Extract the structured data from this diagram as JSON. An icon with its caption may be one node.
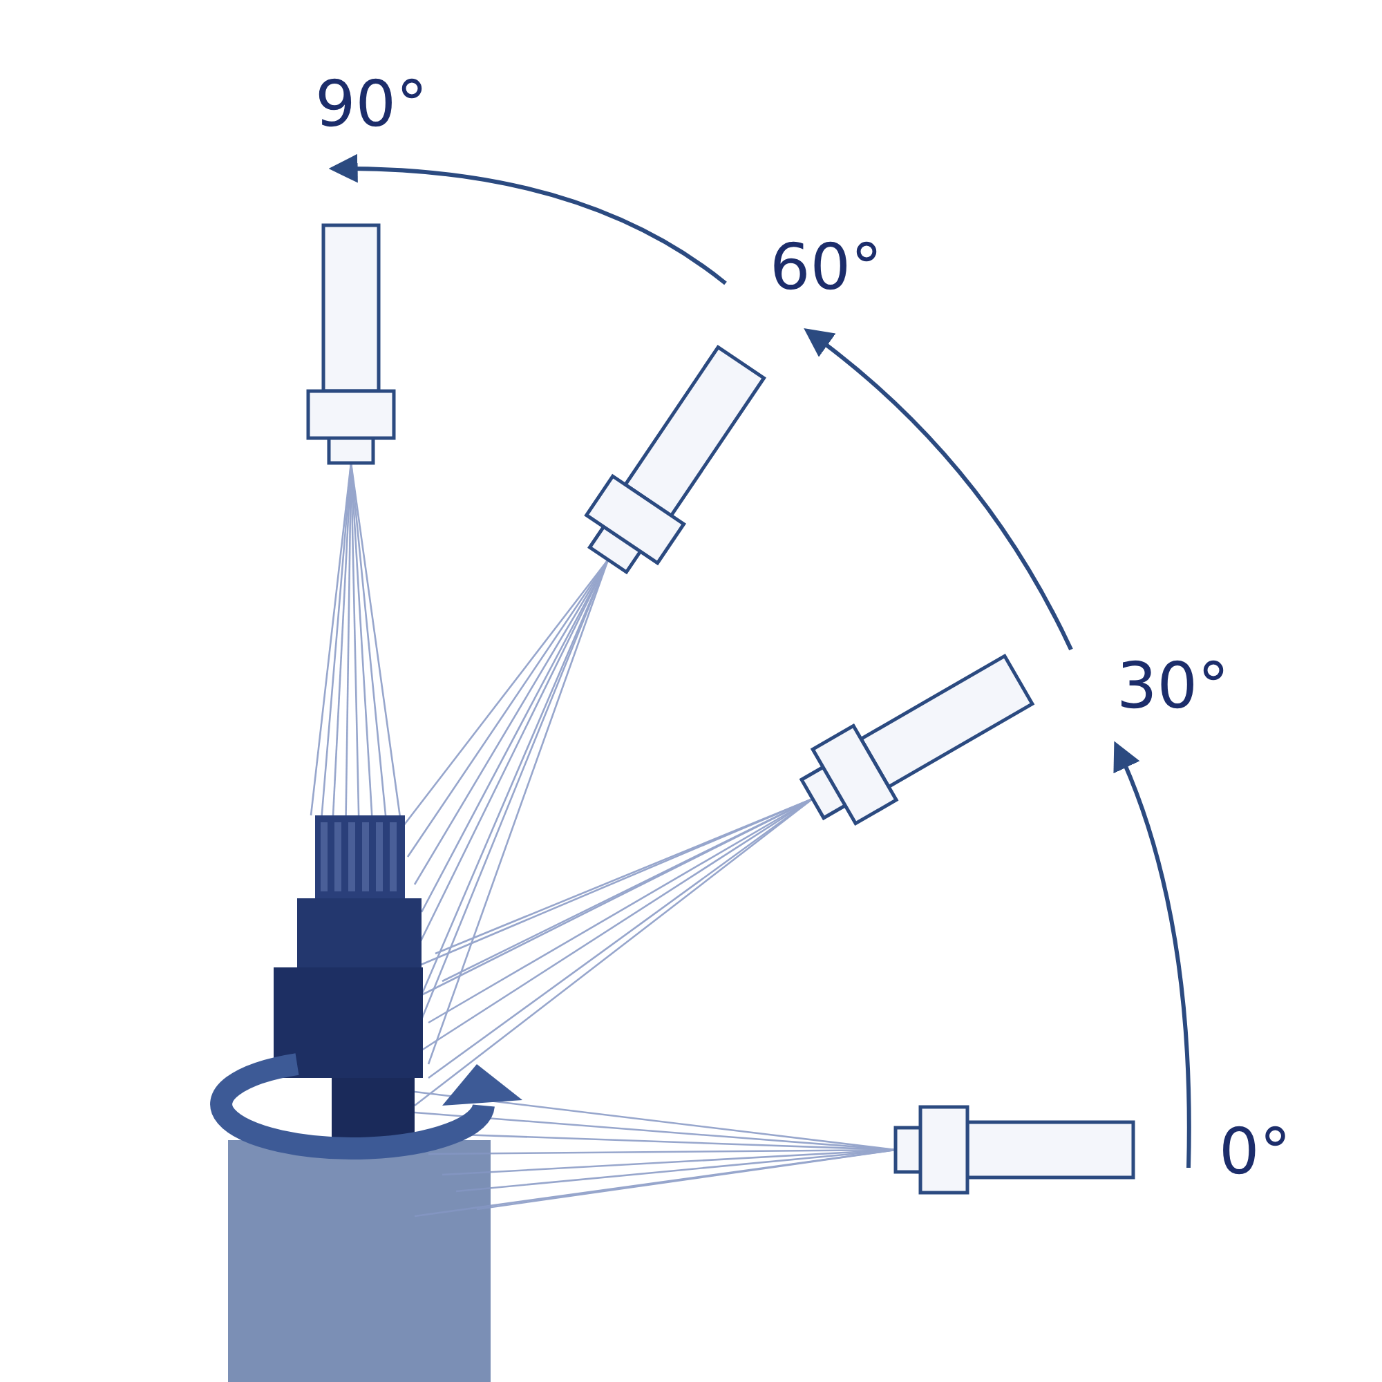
{
  "diagram": {
    "labels": [
      "90°",
      "60°",
      "30°",
      "0°"
    ]
  }
}
